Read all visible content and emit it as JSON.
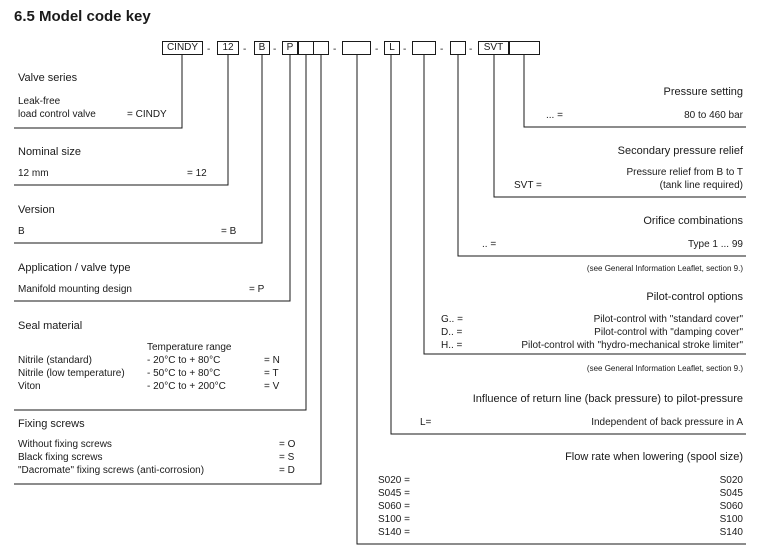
{
  "title": "6.5  Model code key",
  "code_boxes": [
    "CINDY",
    "12",
    "B",
    "P",
    "",
    "",
    "",
    "L",
    "",
    "",
    "SVT",
    ""
  ],
  "dash": "-",
  "left": {
    "valve_series": {
      "heading": "Valve series",
      "line1": "Leak-free",
      "line2": "load control valve",
      "value": "= CINDY"
    },
    "nominal_size": {
      "heading": "Nominal size",
      "label": "12 mm",
      "value": "= 12"
    },
    "version": {
      "heading": "Version",
      "label": "B",
      "value": "= B"
    },
    "application": {
      "heading": "Application / valve type",
      "label": "Manifold mounting design",
      "value": "= P"
    },
    "seal": {
      "heading": "Seal material",
      "temp_heading": "Temperature range",
      "rows": [
        {
          "label": "Nitrile (standard)",
          "temp": "- 20°C to + 80°C",
          "value": "= N"
        },
        {
          "label": "Nitrile (low temperature)",
          "temp": "- 50°C to + 80°C",
          "value": "= T"
        },
        {
          "label": "Viton",
          "temp": "- 20°C to + 200°C",
          "value": "= V"
        }
      ]
    },
    "fixing": {
      "heading": "Fixing screws",
      "rows": [
        {
          "label": "Without fixing screws",
          "value": "= O"
        },
        {
          "label": "Black fixing screws",
          "value": "= S"
        },
        {
          "label": "\"Dacromate\" fixing screws (anti-corrosion)",
          "value": "= D"
        }
      ]
    }
  },
  "right": {
    "pressure": {
      "heading": "Pressure setting",
      "code": "... =",
      "value": "80 to 460 bar"
    },
    "secondary": {
      "heading": "Secondary pressure relief",
      "code": "SVT =",
      "line1": "Pressure relief from B to T",
      "line2": "(tank line required)"
    },
    "orifice": {
      "heading": "Orifice combinations",
      "code": ".. =",
      "value": "Type 1 ... 99",
      "note": "(see General Information Leaflet, section 9.)"
    },
    "pilot": {
      "heading": "Pilot-control options",
      "rows": [
        {
          "code": "G.. =",
          "value": "Pilot-control with \"standard cover\""
        },
        {
          "code": "D.. =",
          "value": "Pilot-control with \"damping cover\""
        },
        {
          "code": "H.. =",
          "value": "Pilot-control with \"hydro-mechanical stroke limiter\""
        }
      ],
      "note": "(see General Information Leaflet, section 9.)"
    },
    "influence": {
      "heading": "Influence of return line (back pressure) to pilot-pressure",
      "code": "L=",
      "value": "Independent of back pressure in A"
    },
    "flow": {
      "heading": "Flow rate when lowering (spool size)",
      "rows": [
        {
          "code": "S020 =",
          "value": "S020"
        },
        {
          "code": "S045 =",
          "value": "S045"
        },
        {
          "code": "S060 =",
          "value": "S060"
        },
        {
          "code": "S100 =",
          "value": "S100"
        },
        {
          "code": "S140 =",
          "value": "S140"
        }
      ]
    }
  }
}
